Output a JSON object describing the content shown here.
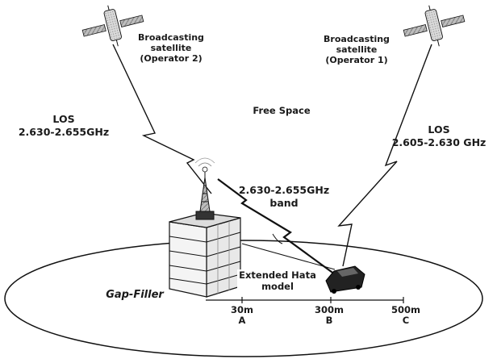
{
  "satellite_operator2": {
    "line1": "Broadcasting",
    "line2": "satellite",
    "line3": "(Operator 2)"
  },
  "satellite_operator1": {
    "line1": "Broadcasting",
    "line2": "satellite",
    "line3": "(Operator 1)"
  },
  "los_left": {
    "line1": "LOS",
    "line2": "2.630-2.655GHz"
  },
  "los_right": {
    "line1": "LOS",
    "line2": "2.605-2.630 GHz"
  },
  "free_space": "Free Space",
  "terrestrial_band": {
    "line1": "2.630-2.655GHz",
    "line2": "band"
  },
  "extended_hata": {
    "line1": "Extended Hata",
    "line2": "model"
  },
  "gap_filler": "Gap-Filler",
  "distance_markers": [
    {
      "distance": "30m",
      "point": "A"
    },
    {
      "distance": "300m",
      "point": "B"
    },
    {
      "distance": "500m",
      "point": "C"
    }
  ],
  "icons": [
    "satellite-icon",
    "satellite-icon",
    "tower-icon",
    "building-icon",
    "car-icon",
    "lightning-link-icon"
  ],
  "colors": {
    "ink": "#1a1a1a",
    "paper": "#ffffff"
  }
}
